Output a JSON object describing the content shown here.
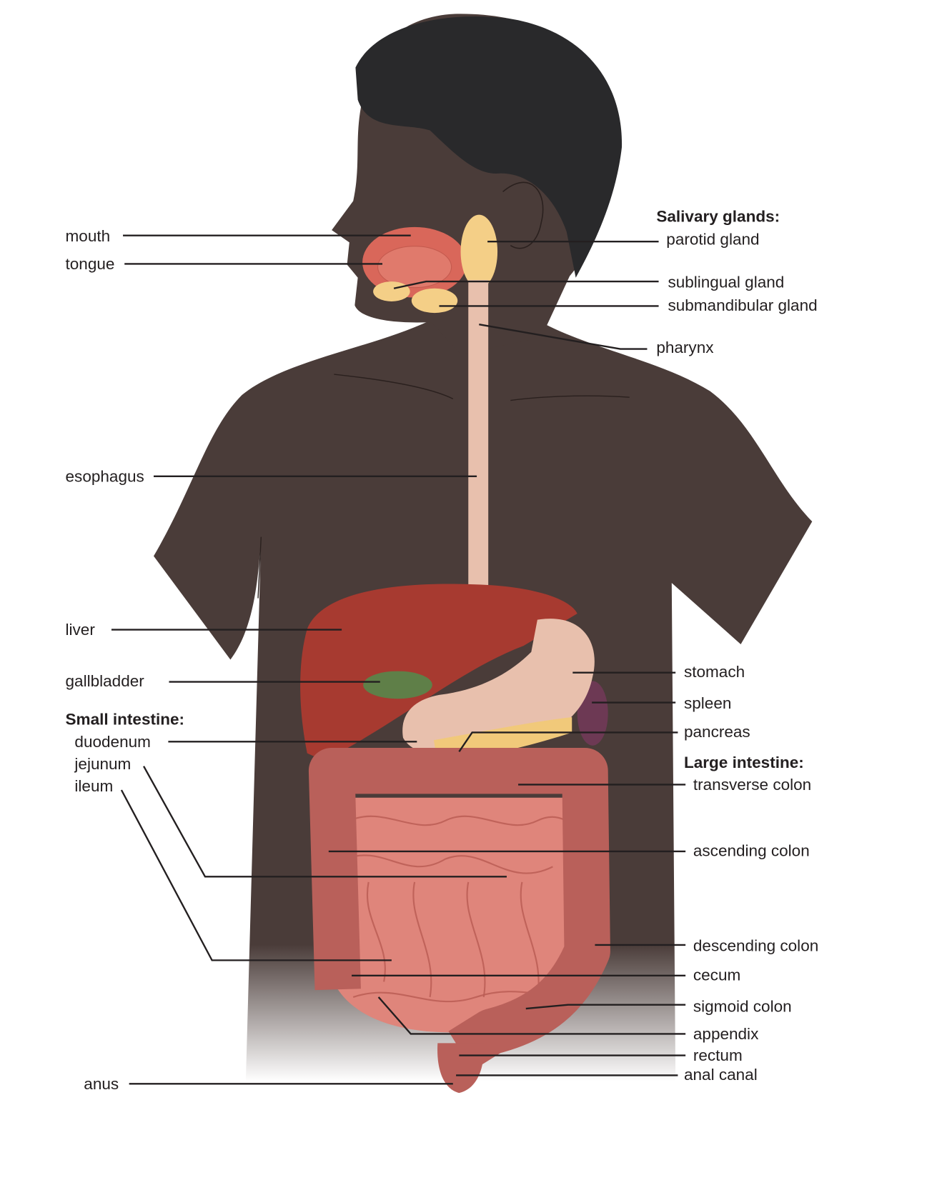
{
  "labels_left": {
    "mouth": "mouth",
    "tongue": "tongue",
    "esophagus": "esophagus",
    "liver": "liver",
    "gallbladder": "gallbladder",
    "small_intestine_header": "Small intestine:",
    "duodenum": "duodenum",
    "jejunum": "jejunum",
    "ileum": "ileum",
    "anus": "anus"
  },
  "labels_right": {
    "salivary_glands_header": "Salivary glands:",
    "parotid_gland": "parotid gland",
    "sublingual_gland": "sublingual gland",
    "submandibular_gland": "submandibular gland",
    "pharynx": "pharynx",
    "stomach": "stomach",
    "spleen": "spleen",
    "pancreas": "pancreas",
    "large_intestine_header": "Large intestine:",
    "transverse_colon": "transverse colon",
    "ascending_colon": "ascending colon",
    "descending_colon": "descending colon",
    "cecum": "cecum",
    "sigmoid_colon": "sigmoid colon",
    "appendix": "appendix",
    "rectum": "rectum",
    "anal_canal": "anal canal"
  },
  "colors": {
    "skin": "#4a3c39",
    "hair": "#29292b",
    "esophagus": "#e8c0ad",
    "liver": "#a73a30",
    "gallbladder": "#5f7f48",
    "salivary_glands": "#f4cf87",
    "colon": "#b9605a",
    "small_intestine": "#df857b",
    "spleen": "#6d3954",
    "leader_line": "#231f20"
  }
}
